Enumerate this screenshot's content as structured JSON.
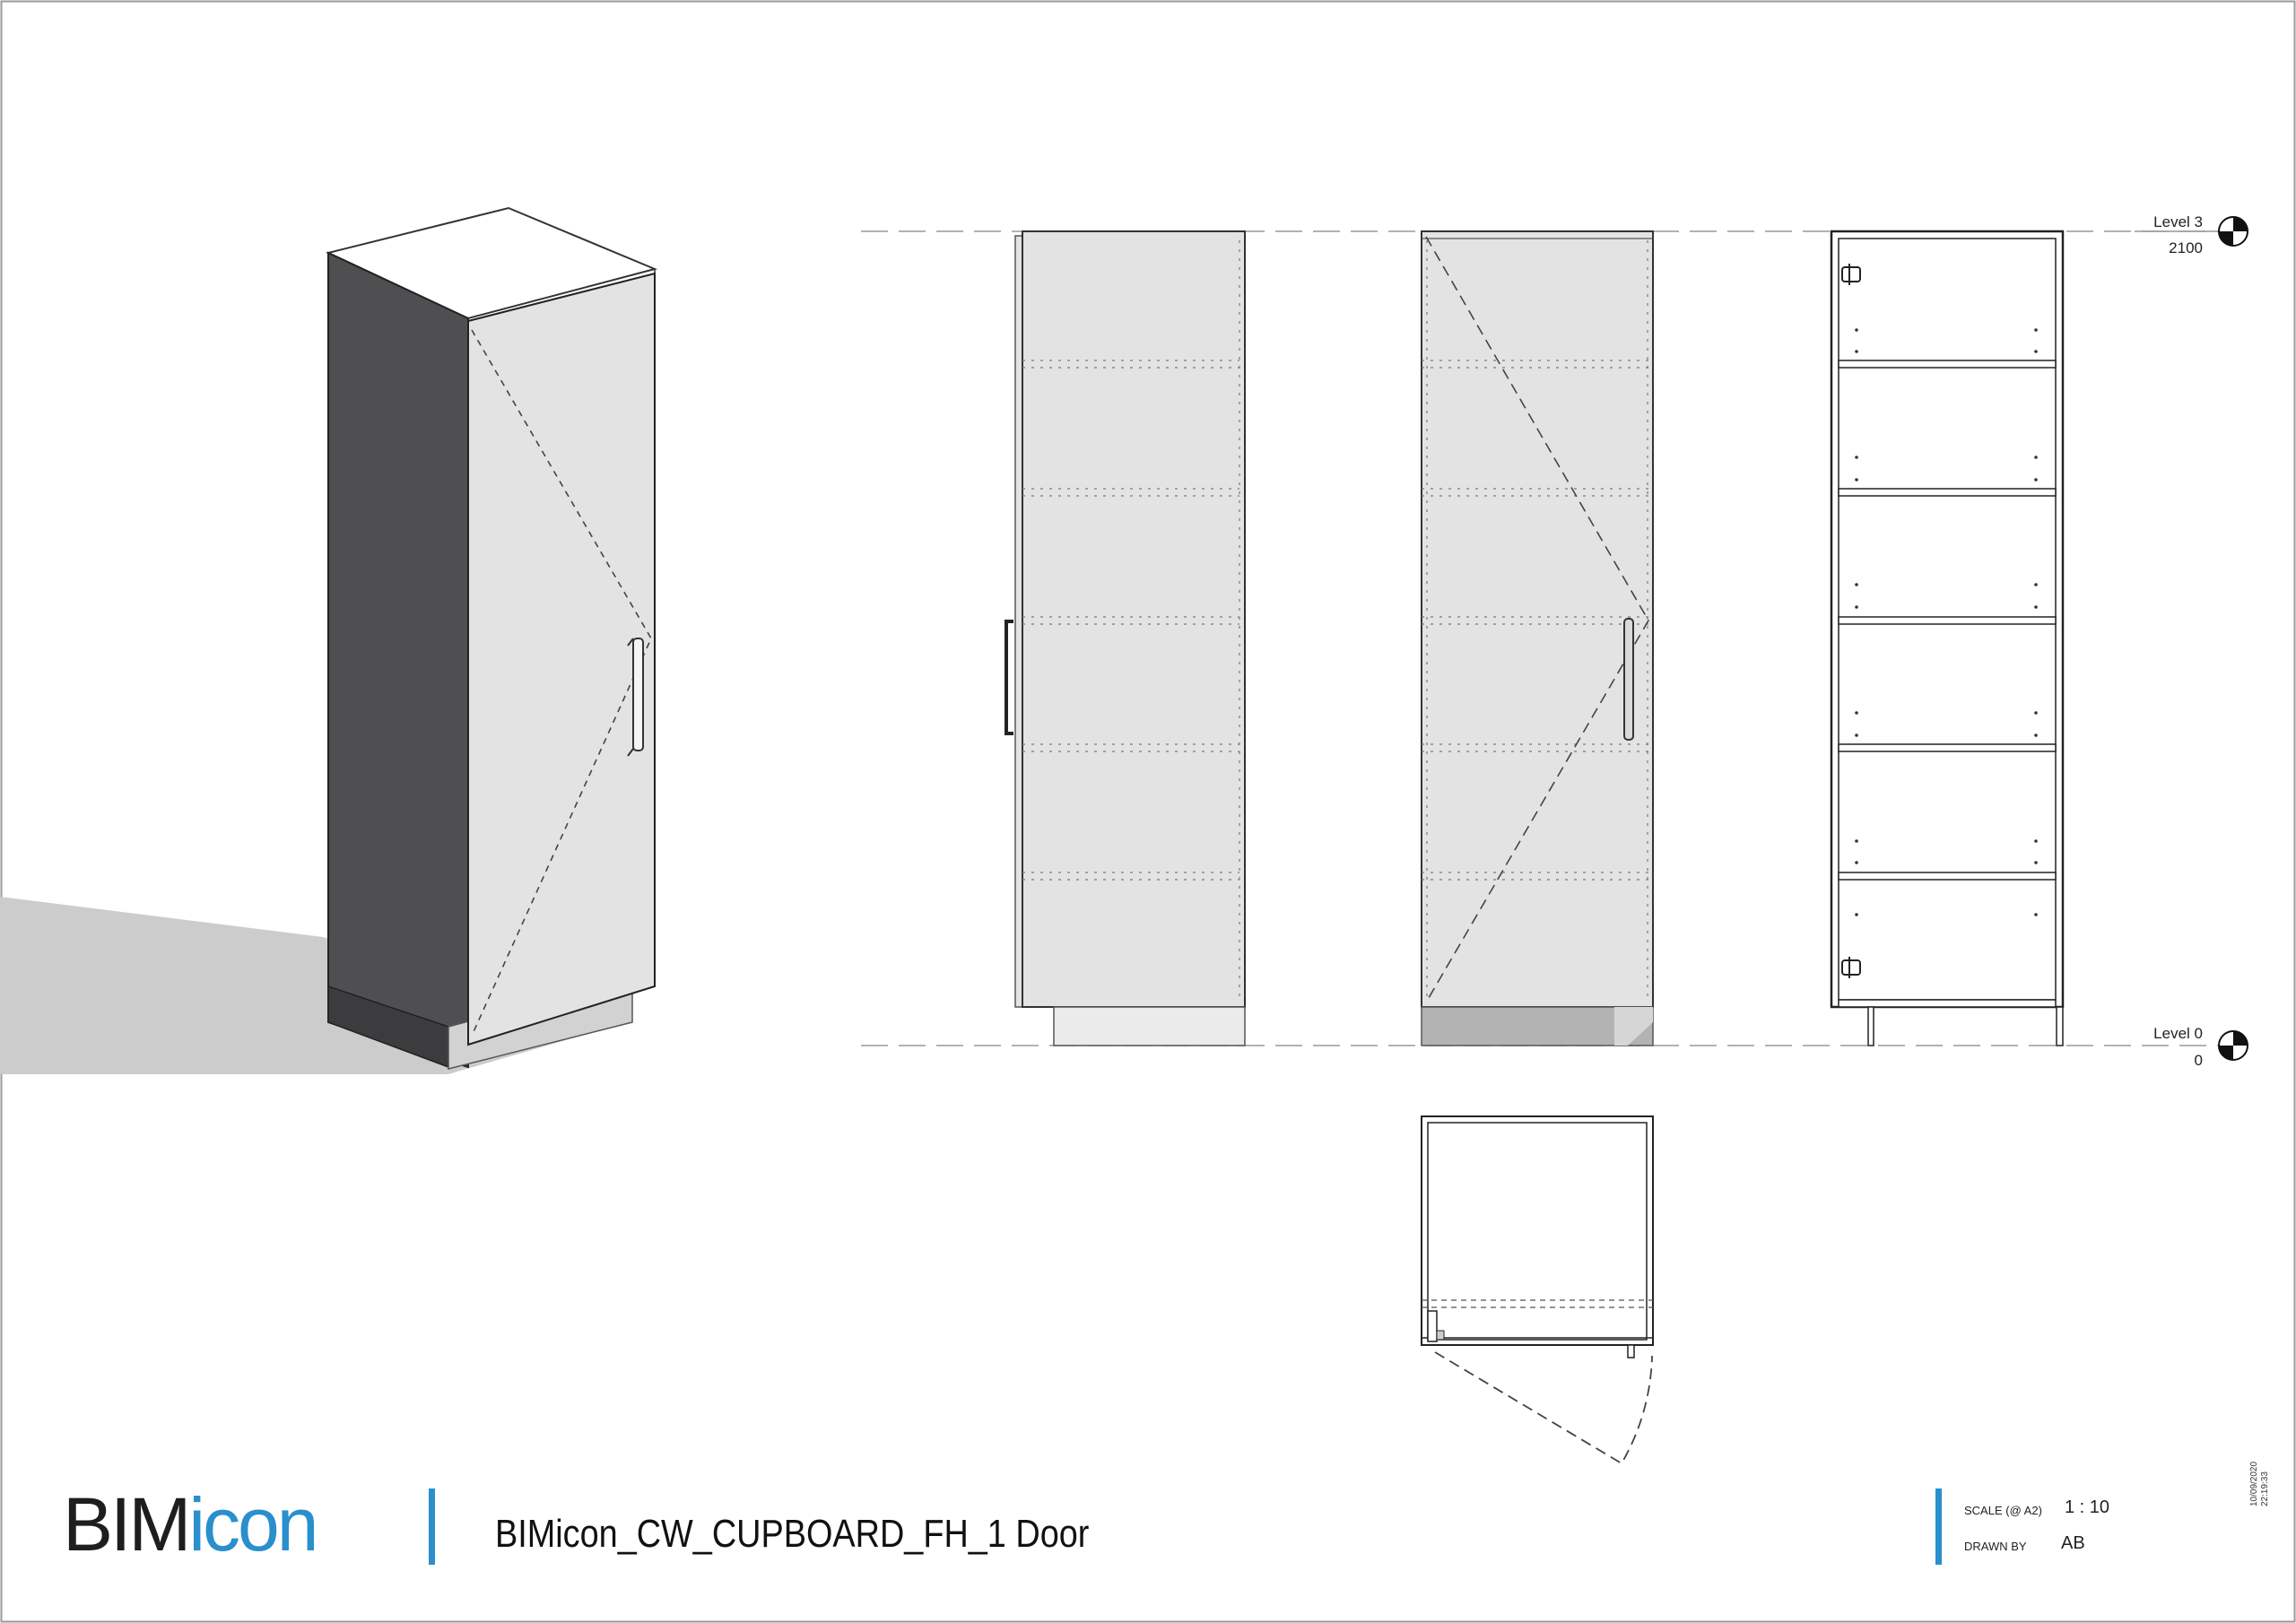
{
  "drawing": {
    "title": "BIMicon_CW_CUPBOARD_FH_1 Door",
    "levels": [
      {
        "name": "Level 3",
        "elevation": "2100"
      },
      {
        "name": "Level 0",
        "elevation": "0"
      }
    ]
  },
  "logo": {
    "part1": "BIM",
    "part2": "icon"
  },
  "title_block": {
    "scale_label": "SCALE (@ A2)",
    "scale_value": "1 : 10",
    "drawn_by_label": "DRAWN BY",
    "drawn_by_value": "AB",
    "date": "10/09/2020",
    "time": "22:19:33"
  },
  "colors": {
    "accent": "#2a8fcd",
    "carcass_side": "#4f4f51",
    "door_face": "#e3e3e3",
    "shadow": "#cccccc",
    "line": "#333333"
  }
}
